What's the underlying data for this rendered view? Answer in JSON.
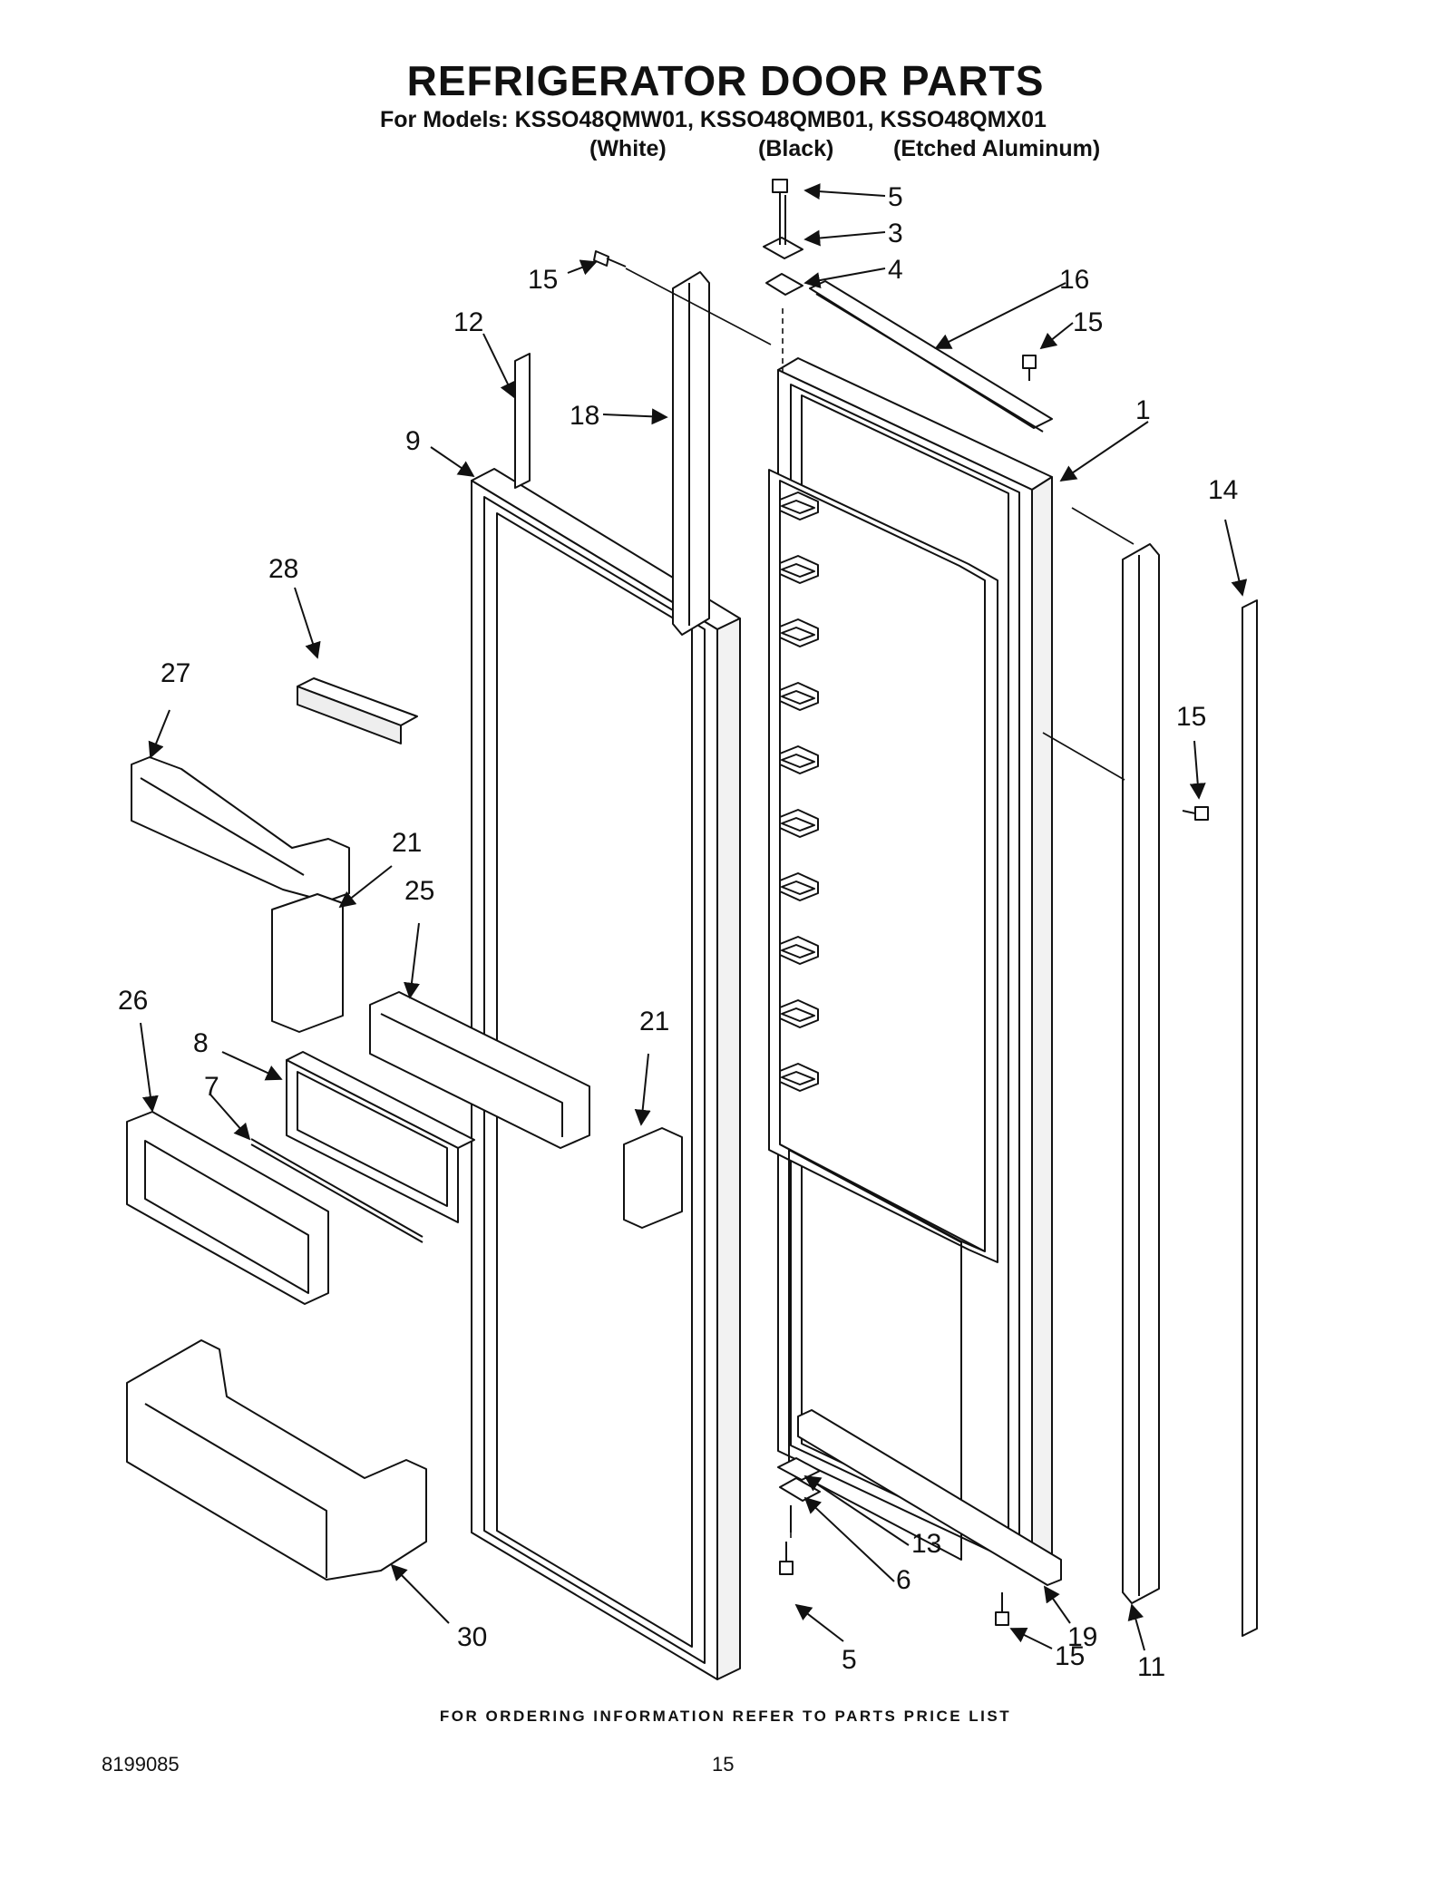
{
  "header": {
    "title": "REFRIGERATOR DOOR PARTS",
    "models": "For Models: KSSO48QMW01, KSSO48QMB01, KSSO48QMX01",
    "variants": [
      "(White)",
      "(Black)",
      "(Etched Aluminum)"
    ]
  },
  "callouts": {
    "c5_top": "5",
    "c3": "3",
    "c4": "4",
    "c15_a": "15",
    "c16": "16",
    "c15_b": "15",
    "c12": "12",
    "c18": "18",
    "c9": "9",
    "c1": "1",
    "c14": "14",
    "c28": "28",
    "c27": "27",
    "c15_c": "15",
    "c21_a": "21",
    "c25": "25",
    "c26": "26",
    "c8": "8",
    "c21_b": "21",
    "c7": "7",
    "c13": "13",
    "c6": "6",
    "c30": "30",
    "c19": "19",
    "c11": "11",
    "c5_bottom": "5",
    "c15_d": "15"
  },
  "footer": {
    "note": "FOR ORDERING INFORMATION REFER TO PARTS PRICE LIST",
    "doc_number": "8199085",
    "page_number": "15"
  }
}
